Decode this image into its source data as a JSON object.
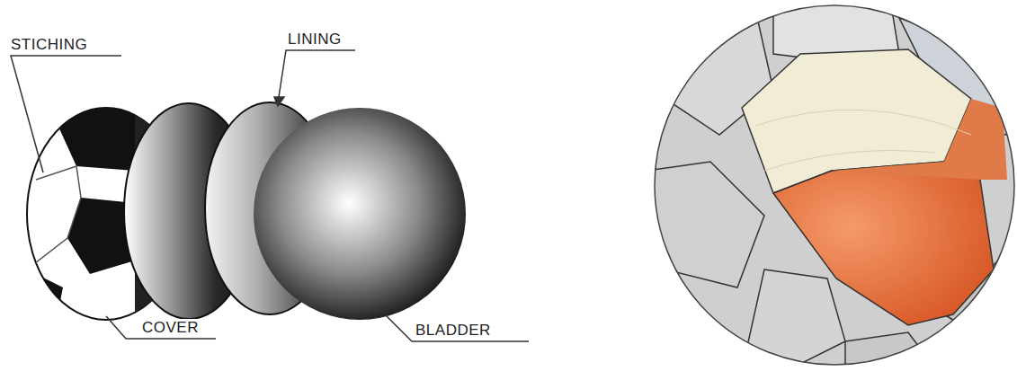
{
  "diagram": {
    "labels": [
      "STICHING",
      "LINING",
      "COVER",
      "BLADDER"
    ]
  }
}
